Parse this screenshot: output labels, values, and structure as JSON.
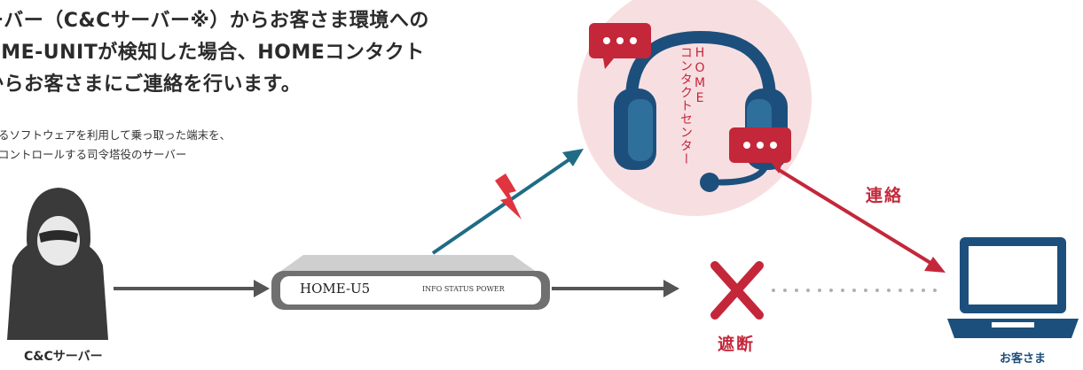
{
  "headline": [
    "ーバー（C&Cサーバー※）からお客さま環境への",
    "OME-UNITが検知した場合、HOMEコンタクト",
    "からお客さまにご連絡を行います。"
  ],
  "footnote": [
    "るソフトウェアを利用して乗っ取った端末を、",
    "コントロールする司令塔役のサーバー"
  ],
  "nodes": {
    "cc_server": "C&Cサーバー",
    "device_brand": "HOME-U5",
    "device_indicators": "INFO  STATUS  POWER",
    "contact_center_line1": "HOME",
    "contact_center_line2": "コンタクトセンター",
    "customer": "お客さま"
  },
  "labels": {
    "contact": "連絡",
    "blocked": "遮断"
  },
  "colors": {
    "red": "#c4273a",
    "teal": "#1f6c86",
    "gray": "#555555",
    "pink_circle": "#f7dfe1",
    "navy": "#1d4f7c"
  }
}
